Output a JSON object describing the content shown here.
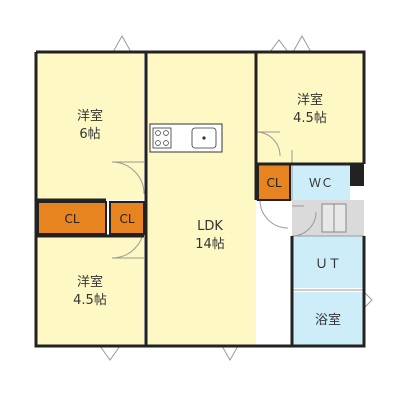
{
  "colors": {
    "room": "#fdf8c4",
    "water": "#cdeef8",
    "closet": "#e8841f",
    "entry": "#dadada",
    "wall": "#222222",
    "line": "#999999"
  },
  "rooms": {
    "western_top_left": {
      "name": "洋室",
      "size": "6帖"
    },
    "western_top_right": {
      "name": "洋室",
      "size": "4.5帖"
    },
    "western_bottom_left": {
      "name": "洋室",
      "size": "4.5帖"
    },
    "ldk": {
      "name": "LDK",
      "size": "14帖"
    },
    "toilet": {
      "name": "ＷＣ"
    },
    "utility": {
      "name": "ＵＴ"
    },
    "bath": {
      "name": "浴室"
    }
  },
  "closets": {
    "left": "CL",
    "center": "CL",
    "right": "CL"
  },
  "icons": [
    "kitchen-sink-icon",
    "stove-icon",
    "door-swing-icon",
    "window-icon",
    "stair-step-icon"
  ]
}
